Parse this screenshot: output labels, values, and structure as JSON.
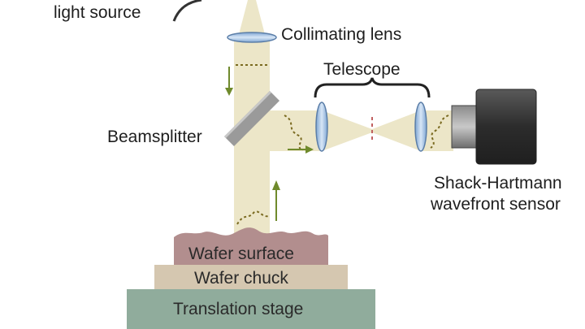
{
  "labels": {
    "light_source": "light source",
    "collimating_lens": "Collimating lens",
    "telescope": "Telescope",
    "beamsplitter": "Beamsplitter",
    "sensor_line1": "Shack-Hartmann",
    "sensor_line2": "wavefront sensor"
  },
  "stack": {
    "wafer_surface": "Wafer surface",
    "wafer_chuck": "Wafer chuck",
    "translation_stage": "Translation stage"
  },
  "colors": {
    "beam": "#ece6c8",
    "wafer_surface": "#b28e8e",
    "wafer_chuck": "#d5c7b0",
    "translation_stage": "#90ac9c",
    "lens": "#a9c6e6",
    "arrow": "#6f8a2c",
    "beamsplitter": "#9a9a9a",
    "sensor_body": "#3c3c3c"
  }
}
